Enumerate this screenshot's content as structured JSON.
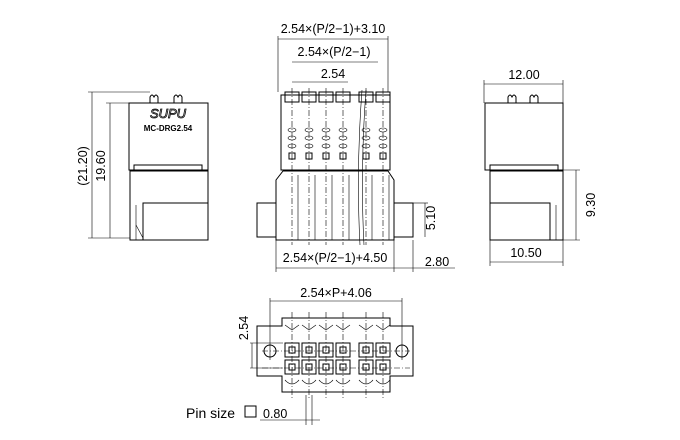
{
  "brand_logo": "SUPU",
  "part_label": "MC-DRG2.54",
  "side_view": {
    "overall_height": "(21.20)",
    "body_height": "19.60"
  },
  "front_view": {
    "top_dim_overall": "2.54×(P/2−1)+3.10",
    "top_dim_pitch_span": "2.54×(P/2−1)",
    "pitch": "2.54",
    "bottom_dim": "2.54×(P/2−1)+4.50",
    "flange_height": "5.10",
    "flange_width": "2.80"
  },
  "right_view": {
    "top_width": "12.00",
    "bottom_width": "10.50",
    "lower_height": "9.30"
  },
  "bottom_view": {
    "overall_width": "2.54×P+4.06",
    "row_pitch": "2.54",
    "pin_size_label": "Pin size",
    "pin_size_value": "0.80"
  }
}
